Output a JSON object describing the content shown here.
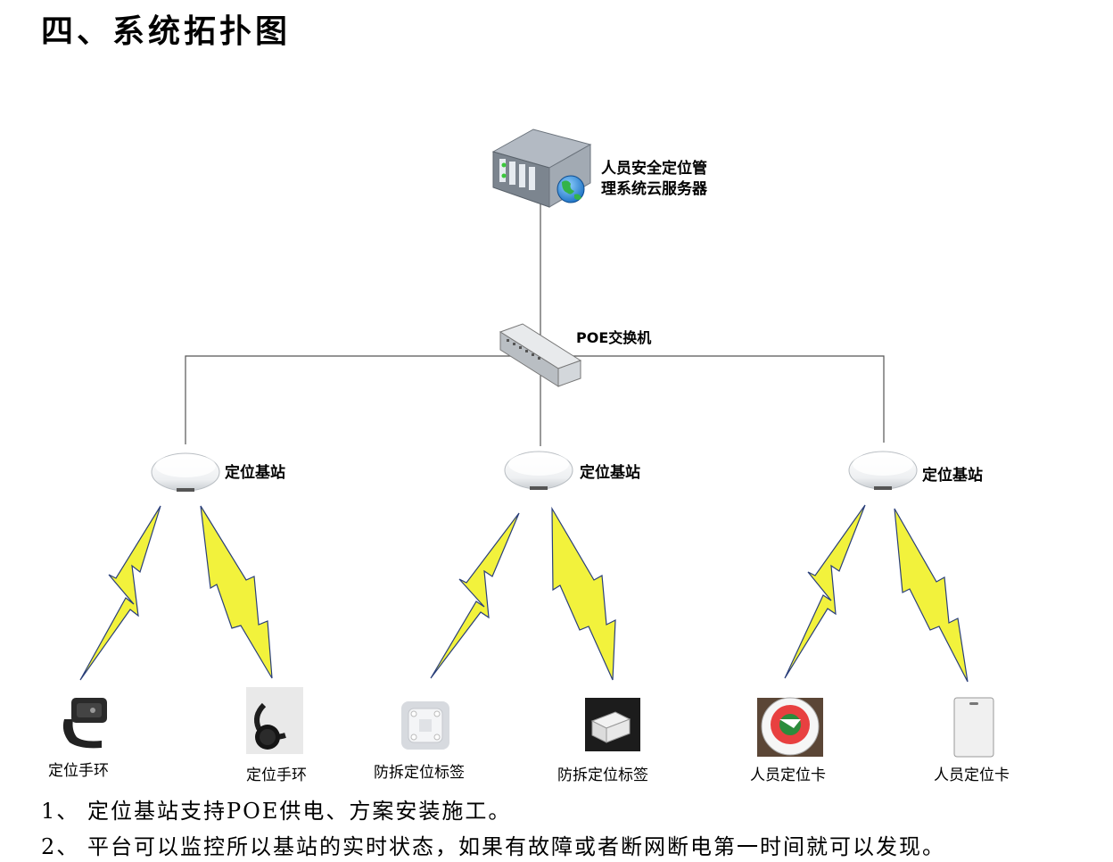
{
  "heading": "四、系统拓扑图",
  "server": {
    "label_line1": "人员安全定位管",
    "label_line2": "理系统云服务器",
    "icon": "server-icon"
  },
  "switch": {
    "label": "POE交换机",
    "icon": "network-switch-icon"
  },
  "stations": [
    {
      "label": "定位基站",
      "icon": "base-station-icon"
    },
    {
      "label": "定位基站",
      "icon": "base-station-icon"
    },
    {
      "label": "定位基站",
      "icon": "base-station-icon"
    }
  ],
  "devices": [
    {
      "label": "定位手环",
      "icon": "wristband-icon"
    },
    {
      "label": "定位手环",
      "icon": "wristband-icon"
    },
    {
      "label": "防拆定位标签",
      "icon": "tamper-tag-icon"
    },
    {
      "label": "防拆定位标签",
      "icon": "tamper-tag-icon"
    },
    {
      "label": "人员定位卡",
      "icon": "round-card-icon"
    },
    {
      "label": "人员定位卡",
      "icon": "card-icon"
    }
  ],
  "notes": [
    {
      "num": "1、",
      "text": "定位基站支持POE供电、方案安装施工。"
    },
    {
      "num": "2、",
      "text": "平台可以监控所以基站的实时状态，如果有故障或者断网断电第一时间就可以发现。"
    }
  ],
  "colors": {
    "link": "#555555",
    "bolt_fill": "#f2f23c",
    "bolt_stroke": "#2a3f7a",
    "server_body": "#8c95a0"
  }
}
